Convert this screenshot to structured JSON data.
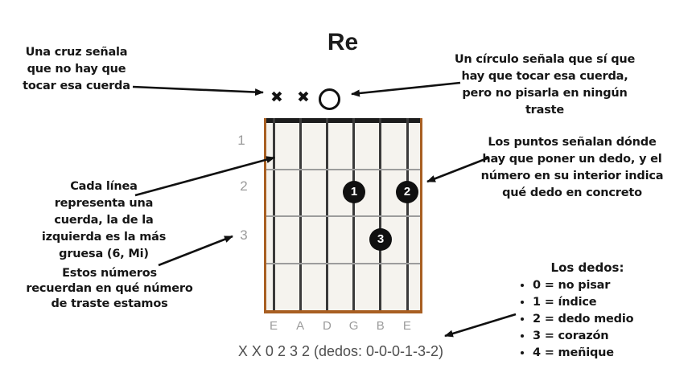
{
  "title": "Re",
  "chord": {
    "mute_symbol": "✖",
    "open_symbol": "O",
    "fret_numbers": [
      "1",
      "2",
      "3"
    ],
    "string_names": [
      "E",
      "A",
      "D",
      "G",
      "B",
      "E"
    ],
    "dots": [
      {
        "finger": "1",
        "string": "G",
        "fret": 2
      },
      {
        "finger": "2",
        "string": "E",
        "fret": 2
      },
      {
        "finger": "3",
        "string": "B",
        "fret": 3
      }
    ],
    "caption": "X X 0 2 3 2 (dedos: 0-0-0-1-3-2)"
  },
  "annotations": {
    "cross": {
      "lines": [
        "Una cruz señala",
        "que no hay que",
        "tocar esa cuerda"
      ]
    },
    "open": {
      "lines": [
        "Un círculo señala que sí que",
        "hay que tocar esa cuerda,",
        "pero no pisarla en ningún",
        "traste"
      ]
    },
    "dots": {
      "lines": [
        "Los puntos señalan dónde",
        "hay que poner un dedo, y el",
        "número en su interior indica",
        "qué dedo en concreto"
      ]
    },
    "strings": {
      "lines": [
        "Cada línea",
        "representa una",
        "cuerda, la de la",
        "izquierda es la más",
        "gruesa (6, Mi)"
      ]
    },
    "frets": {
      "lines": [
        "Estos números",
        "recuerdan en qué número",
        "de traste estamos"
      ]
    }
  },
  "legend": {
    "heading": "Los dedos:",
    "items": [
      "0 = no pisar",
      "1 = índice",
      "2 = dedo medio",
      "3 = corazón",
      "4 = meñique"
    ]
  },
  "colors": {
    "frame": "#a85f22",
    "board_background": "#f5f3ee",
    "string_line": "#3a3a3a",
    "fret_line": "#9c9c9c",
    "muted_text": "#9b9b9b",
    "caption_text": "#4f4f4f",
    "ink": "#161616"
  }
}
